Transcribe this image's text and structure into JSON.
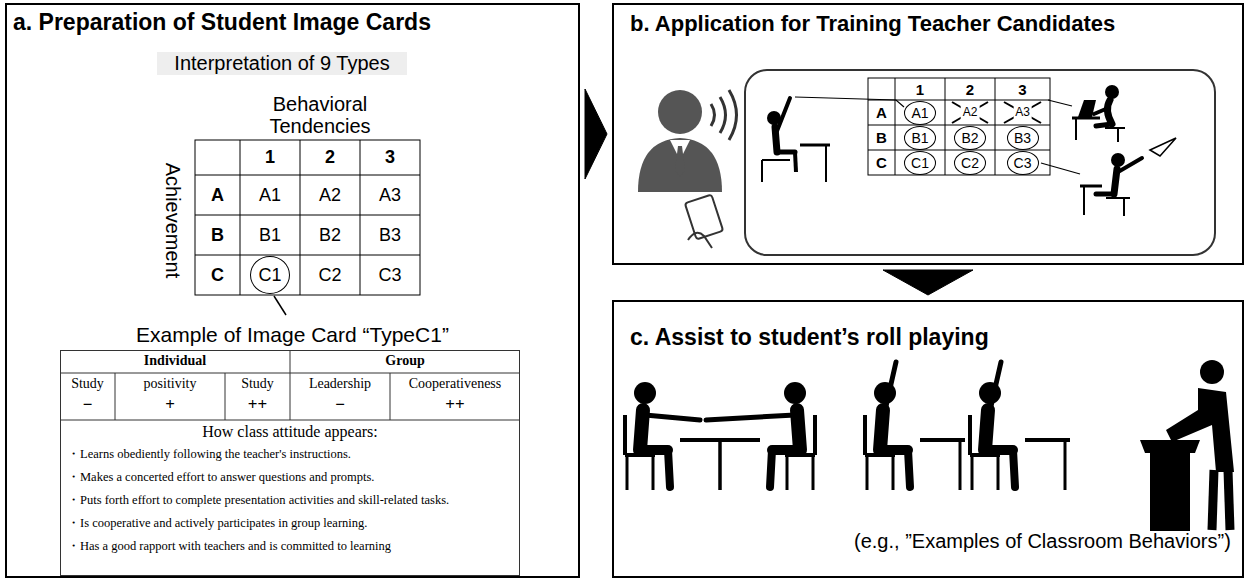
{
  "diagram": {
    "nodes": [
      {
        "text": [
          "a. Preparation of Student Image Cards",
          "Interpretation of 9 Types",
          "Example of Image Card “TypeC1”"
        ]
      },
      {
        "text": [
          "C1"
        ],
        "in": 0
      },
      {
        "text": [
          "How class attitude appears:",
          "・Learns obediently following the teacher's instructions.",
          "・Makes a concerted effort to answer questions and prompts.",
          "・Puts forth effort to complete presentation activities and skill-related tasks.",
          "・Is cooperative and actively participates in group learning.",
          "・Has a good rapport with teachers and is committed to learning"
        ],
        "in": 0
      },
      {
        "text": [
          "b. Application for Training Teacher Candidates"
        ]
      },
      {
        "text": [
          "A1"
        ],
        "in": 3
      },
      {
        "text": [
          "B1"
        ],
        "in": 3
      },
      {
        "text": [
          "B2"
        ],
        "in": 3
      },
      {
        "text": [
          "B3"
        ],
        "in": 3
      },
      {
        "text": [
          "C1"
        ],
        "in": 3
      },
      {
        "text": [
          "C2"
        ],
        "in": 3
      },
      {
        "text": [
          "C3"
        ],
        "in": 3
      },
      {
        "text": [
          "c. Assist to student’s roll playing",
          "(e.g., ”Examples of Classroom Behaviors”)"
        ]
      }
    ],
    "edges": [
      {
        "from": 0,
        "to": 3,
        "arrow": "to"
      },
      {
        "from": 3,
        "to": 11,
        "arrow": "to"
      }
    ],
    "labels": [
      "Behavioral Tendencies",
      "Achievement",
      "1",
      "2",
      "3",
      "A",
      "B",
      "C",
      "A1",
      "A2",
      "A3",
      "B1",
      "B2",
      "B3",
      "C2",
      "C3",
      "Individual",
      "Group",
      "Study",
      "positivity",
      "Study",
      "Leadership",
      "Cooperativeness",
      "−",
      "+",
      "++",
      "−",
      "++",
      "1",
      "2",
      "3",
      "A",
      "B",
      "C",
      "A2",
      "A3"
    ]
  }
}
